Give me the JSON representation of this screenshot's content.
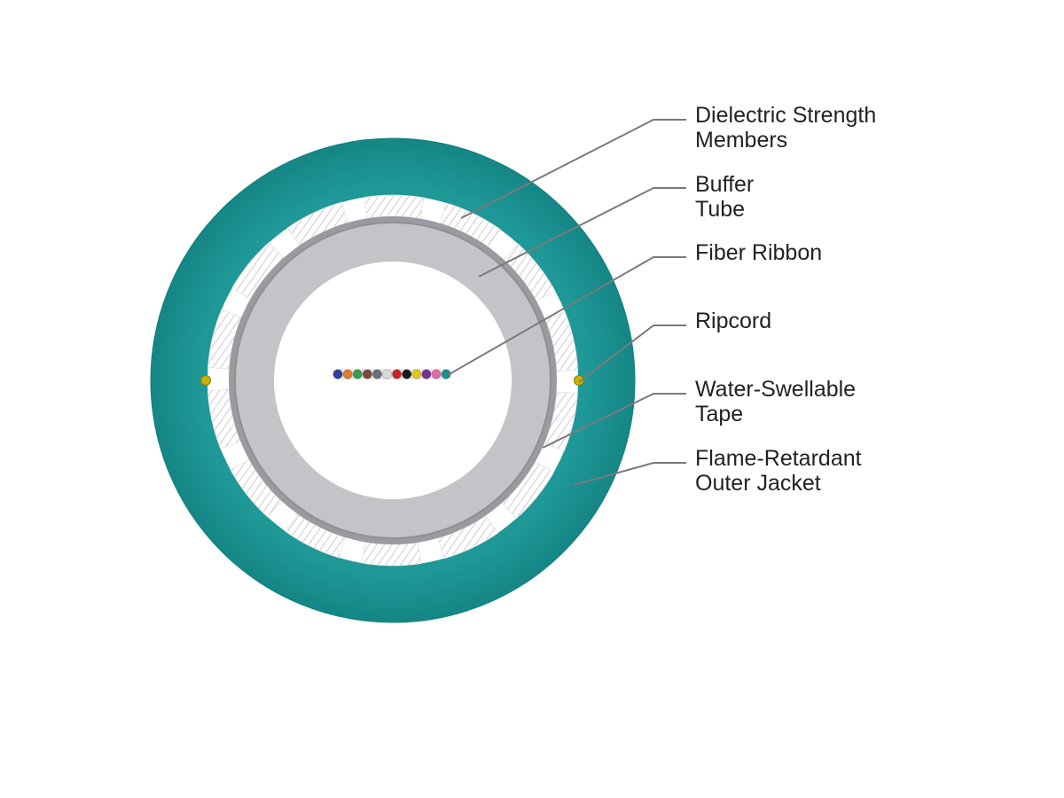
{
  "colors": {
    "jacket": "#1a9191",
    "jacket_edge": "#148282",
    "strength_area": "#ffffff",
    "strength_hatch": "#c8c8c8",
    "buffer_tube": "#c4c4c8",
    "buffer_tube_edge": "#8f8f94",
    "core": "#ffffff",
    "ripcord": "#c9b30a",
    "leader": "#7a7a7a",
    "label": "#222222"
  },
  "icons": {
    "ripcord": "ripcord-icon"
  },
  "fiber_colors": [
    "#2e3f9e",
    "#e07a2e",
    "#3a9c4a",
    "#7a4a3a",
    "#6e6e78",
    "#d8d8d8",
    "#c8242a",
    "#1a1a1a",
    "#d8c81a",
    "#7a2e8e",
    "#e06aa8",
    "#1a9191"
  ],
  "labels": [
    {
      "id": "strength",
      "lines": [
        "Dielectric Strength",
        "Members"
      ]
    },
    {
      "id": "buffer",
      "lines": [
        "Buffer",
        "Tube"
      ]
    },
    {
      "id": "ribbon",
      "lines": [
        "Fiber Ribbon"
      ]
    },
    {
      "id": "ripcord",
      "lines": [
        "Ripcord"
      ]
    },
    {
      "id": "tape",
      "lines": [
        "Water-Swellable",
        "Tape"
      ]
    },
    {
      "id": "jacket",
      "lines": [
        "Flame-Retardant",
        "Outer Jacket"
      ]
    }
  ]
}
